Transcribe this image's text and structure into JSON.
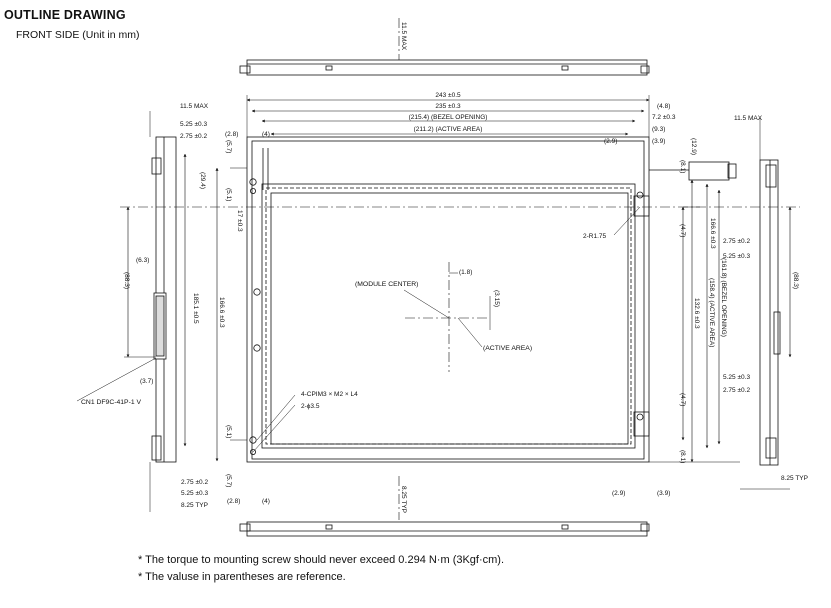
{
  "header": {
    "title": "OUTLINE DRAWING",
    "subtitle": "FRONT SIDE (Unit in mm)"
  },
  "notes": [
    "* The torque to mounting screw should never exceed 0.294 N·m (3Kgf·cm).",
    "* The valuse in parentheses are reference."
  ],
  "dims": {
    "top_11_5_max": "11.5 MAX",
    "w243": "243 ±0.5",
    "w235": "235 ±0.3",
    "bezel_opening_w": "(215.4) (BEZEL OPENING)",
    "active_area_w": "(211.2) (ACTIVE AREA)",
    "r4_8": "(4.8)",
    "r7_2": "7.2 ±0.3",
    "r9_3": "(9.3)",
    "r2_9": "(2.9)",
    "r3_9": "(3.9)",
    "l2_8": "(2.8)",
    "l4": "(4)",
    "l5_7": "(5.7)",
    "l29_4": "(29.4)",
    "l5_1": "(5.1)",
    "l17": "17 ±0.3",
    "left_11_5_max": "11.5 MAX",
    "left_5_25": "5.25 ±0.3",
    "left_2_75": "2.75 ±0.2",
    "left_6_3": "(6.3)",
    "left_88_3": "(88.3)",
    "left_3_7": "(3.7)",
    "h185_1": "185.1 ±0.5",
    "h166_6": "166.6 ±0.3",
    "module_center": "(MODULE CENTER)",
    "m1_8": "(1.8)",
    "m3_15": "(3.15)",
    "active_area": "(ACTIVE AREA)",
    "r2_r175": "2-R1.75",
    "conn_12_9": "(12.9)",
    "conn_8_1": "(8.1)",
    "r4_7a": "(4.7)",
    "r4_7b": "(4.7)",
    "h166_6r": "166.6 ±0.3",
    "bezel_opening_h": "(161.8) (BEZEL OPENING)",
    "active_area_h": "(158.4) (ACTIVE AREA)",
    "h132_6": "132.6 ±0.3",
    "r8_1": "(8.1)",
    "screw_holes": "4-CPIM3 × M2 × L4",
    "holes_3_5": "2-ϕ3.5",
    "bl5_1": "(5.1)",
    "bl5_7": "(5.7)",
    "bl2_8": "(2.8)",
    "bl4": "(4)",
    "bot_2_75": "2.75 ±0.2",
    "bot_5_25": "5.25 ±0.3",
    "bot_8_25": "8.25 TYP",
    "center_8_25": "8.25 TYP",
    "br2_9": "(2.9)",
    "br3_9": "(3.9)",
    "cn1": "CN1 DF9C-41P-1 V",
    "rs_11_5_max": "11.5 MAX",
    "rs_2_75a": "2.75 ±0.2",
    "rs_5_25a": "5.25 ±0.3",
    "rs_88_3": "(88.3)",
    "rs_5_25b": "5.25 ±0.3",
    "rs_2_75b": "2.75 ±0.2",
    "rs_8_25": "8.25 TYP"
  }
}
